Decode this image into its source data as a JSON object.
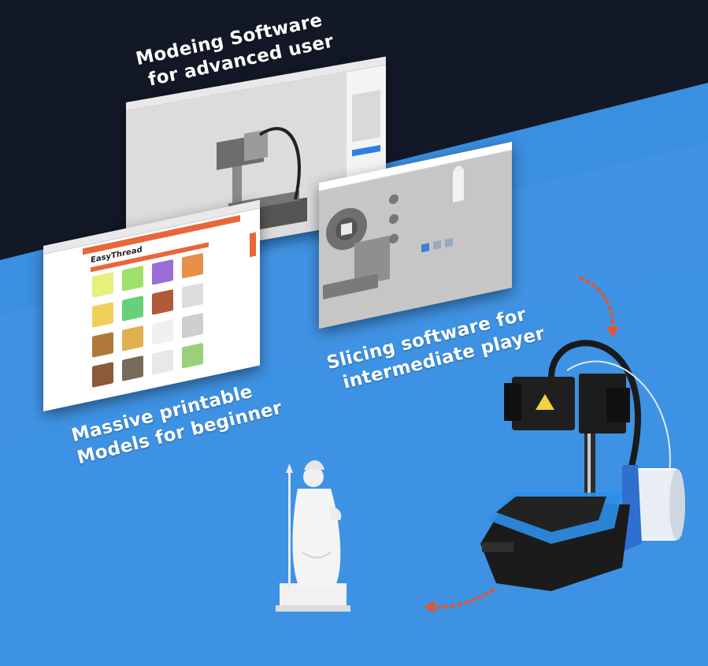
{
  "captions": {
    "modeling_line1": "Modeing Software",
    "modeling_line2": "for advanced user",
    "slicing_line1": "Slicing software for",
    "slicing_line2": "intermediate player",
    "models_line1": "Massive printable",
    "models_line2": "Models for beginner"
  },
  "brand": {
    "easythread": "EasyThread"
  },
  "colors": {
    "top_bg": "#121826",
    "blue": "#3b8fe0",
    "blue_light": "#59a7ee",
    "arrow": "#e2562b",
    "bar_orange": "#e8663a"
  }
}
